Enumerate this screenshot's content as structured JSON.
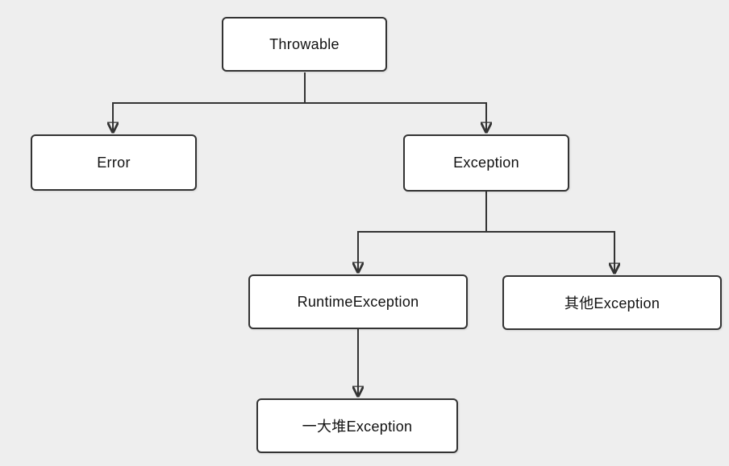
{
  "diagram": {
    "type": "tree-flowchart",
    "description": "Java exception class hierarchy",
    "nodes": {
      "throwable": {
        "label": "Throwable"
      },
      "error": {
        "label": "Error"
      },
      "exception": {
        "label": "Exception"
      },
      "runtime_exception": {
        "label": "RuntimeException"
      },
      "other_exception": {
        "label": "其他Exception"
      },
      "many_exception": {
        "label": "一大堆Exception"
      }
    },
    "edges": [
      {
        "from": "throwable",
        "to": "error",
        "arrow": "down"
      },
      {
        "from": "throwable",
        "to": "exception",
        "arrow": "down"
      },
      {
        "from": "exception",
        "to": "runtime_exception",
        "arrow": "down"
      },
      {
        "from": "exception",
        "to": "other_exception",
        "arrow": "down"
      },
      {
        "from": "runtime_exception",
        "to": "many_exception",
        "arrow": "down"
      }
    ],
    "colors": {
      "background": "#eeeeee",
      "node_fill": "#ffffff",
      "node_border": "#333333",
      "line": "#333333",
      "text": "#111111"
    }
  }
}
